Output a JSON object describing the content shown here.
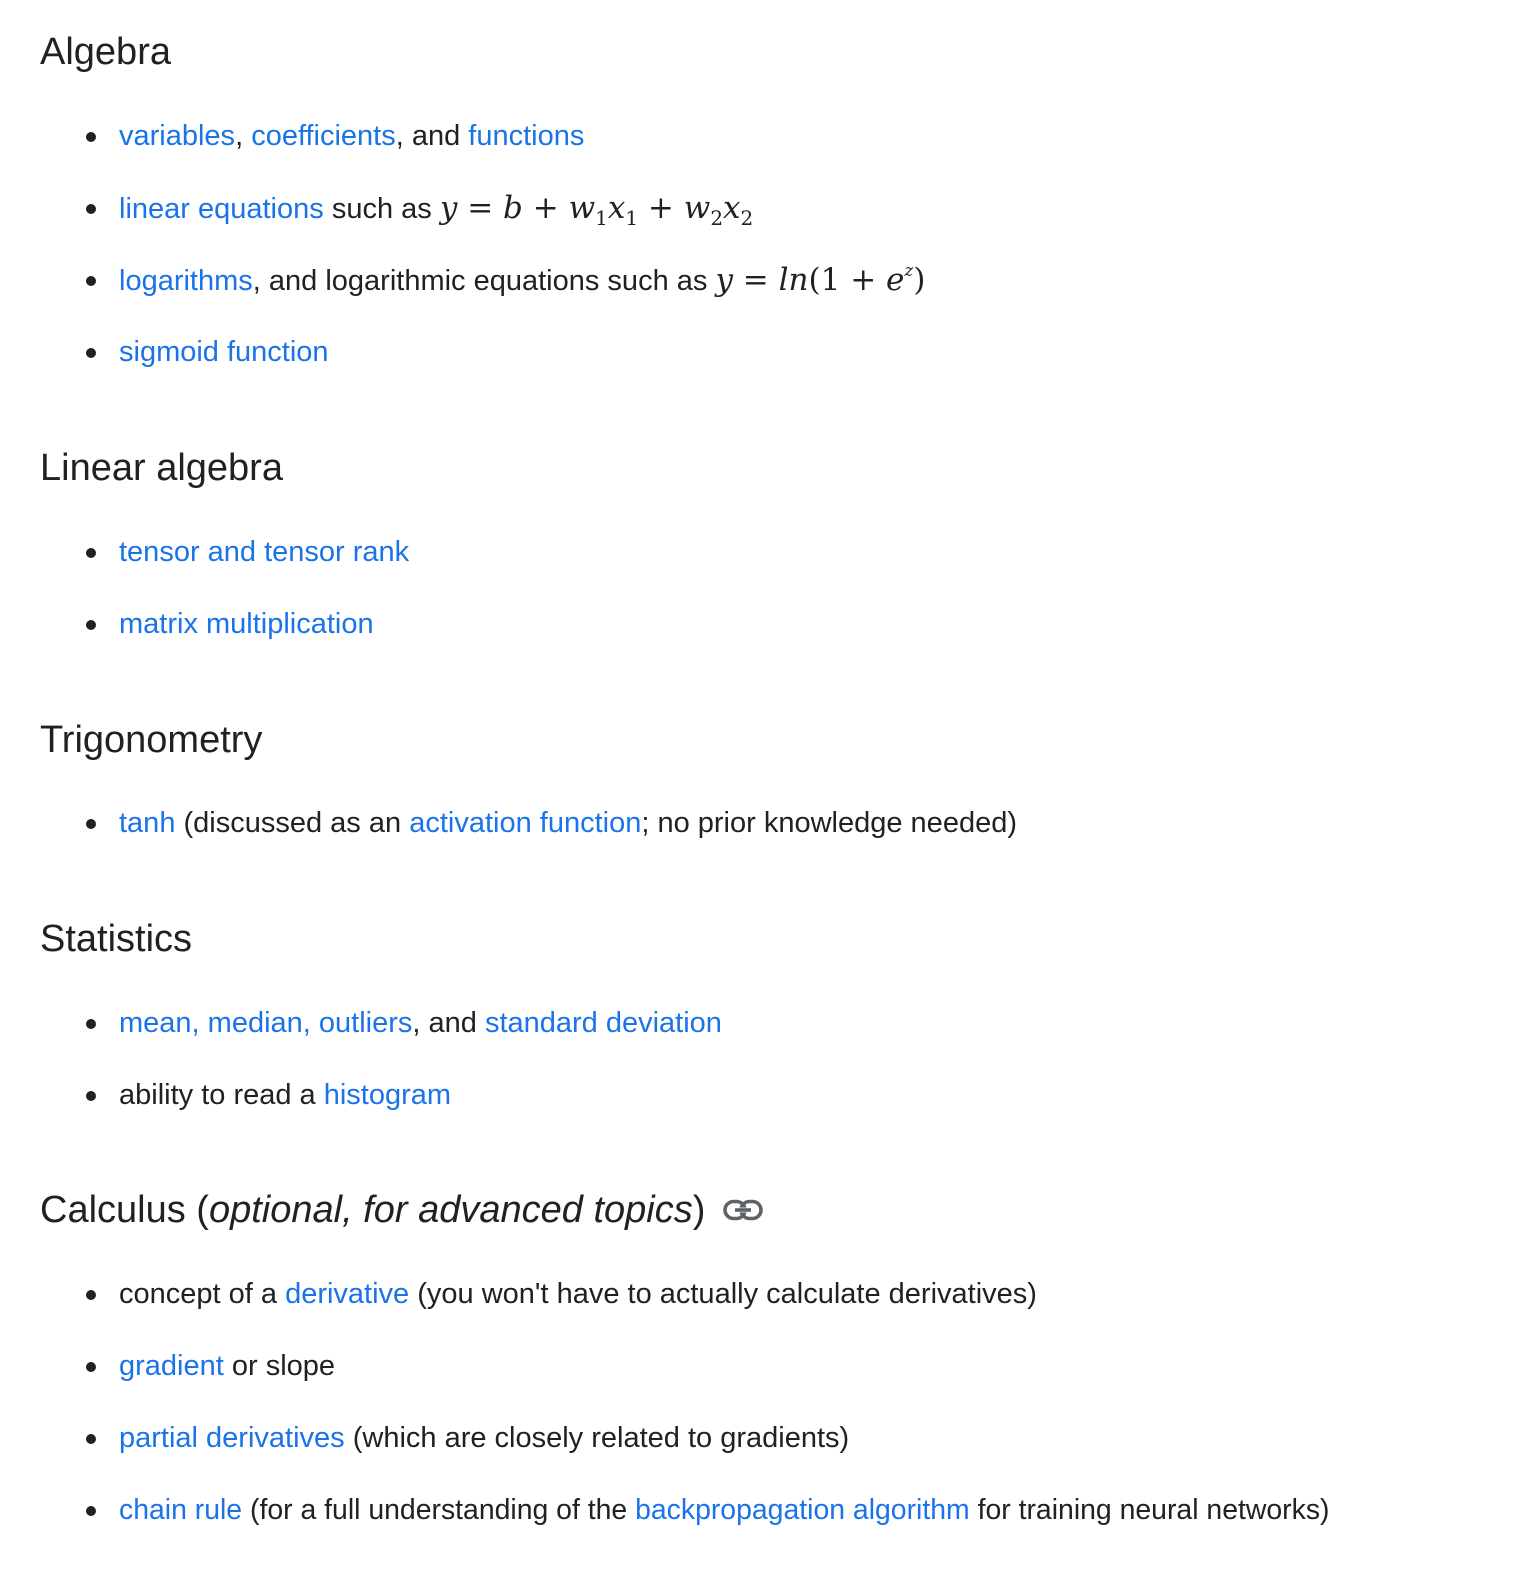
{
  "sections": {
    "algebra": {
      "heading": "Algebra",
      "items": [
        {
          "parts": [
            "variables",
            ", ",
            "coefficients",
            ", and ",
            "functions"
          ]
        },
        {
          "link": "linear equations",
          "text": " such as ",
          "math": {
            "y": "y",
            "eq": " = ",
            "b": "b",
            "plus": " + ",
            "w1": "w",
            "s1": "1",
            "x1": "x",
            "s1b": "1",
            "plus2": " + ",
            "w2": "w",
            "s2": "2",
            "x2": "x",
            "s2b": "2"
          }
        },
        {
          "link": "logarithms",
          "text": ", and logarithmic equations such as ",
          "math": {
            "y": "y",
            "eq": " = ",
            "ln": "ln",
            "open": "(1 + ",
            "e": "e",
            "z": "z",
            "close": ")"
          }
        },
        {
          "link": "sigmoid function"
        }
      ]
    },
    "linear_algebra": {
      "heading": "Linear algebra",
      "items": [
        {
          "link": "tensor and tensor rank"
        },
        {
          "link": "matrix multiplication"
        }
      ]
    },
    "trigonometry": {
      "heading": "Trigonometry",
      "items": [
        {
          "parts": [
            "tanh",
            " (discussed as an ",
            "activation function",
            "; no prior knowledge needed)"
          ]
        }
      ]
    },
    "statistics": {
      "heading": "Statistics",
      "items": [
        {
          "parts": [
            "mean, median, outliers",
            ", and ",
            "standard deviation"
          ]
        },
        {
          "parts": [
            "ability to read a ",
            "histogram"
          ]
        }
      ]
    },
    "calculus": {
      "heading_main": "Calculus (",
      "heading_italic": "optional, for advanced topics",
      "heading_close": ")",
      "icon": "link-icon",
      "items": [
        {
          "parts": [
            "concept of a ",
            "derivative",
            " (you won't have to actually calculate derivatives)"
          ]
        },
        {
          "parts": [
            "gradient",
            " or slope"
          ]
        },
        {
          "parts": [
            "partial derivatives",
            " (which are closely related to gradients)"
          ]
        },
        {
          "parts": [
            "chain rule",
            " (for a full understanding of the ",
            "backpropagation algorithm",
            " for training neural networks)"
          ]
        }
      ]
    }
  },
  "colors": {
    "text": "#202124",
    "link": "#1a73e8",
    "icon": "#5f6368"
  }
}
